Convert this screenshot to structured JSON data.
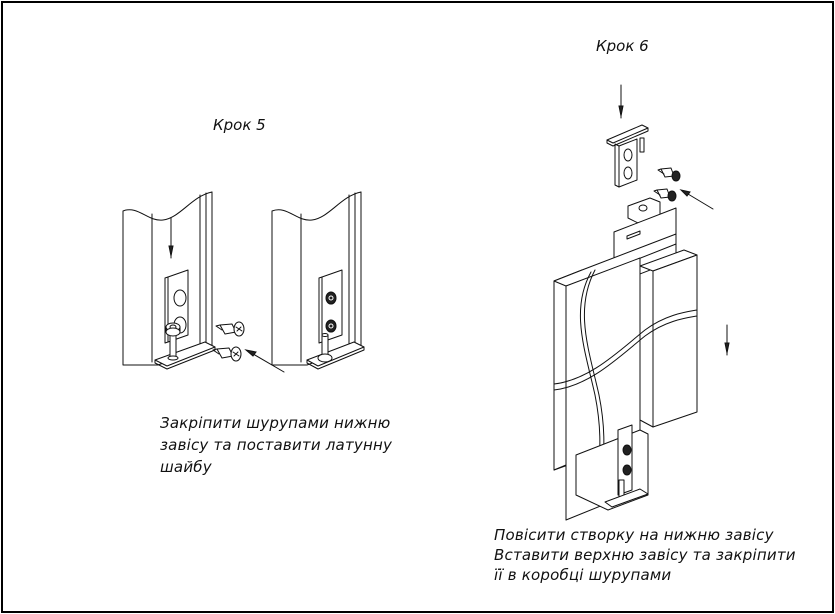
{
  "drawing": {
    "title": "Door hinge installation steps",
    "steps": [
      {
        "id": 5,
        "label": "Крок 5",
        "caption_lines": [
          "Закріпити шурупами нижню",
          "завісу та поставити латунну",
          "шайбу"
        ]
      },
      {
        "id": 6,
        "label": "Крок 6",
        "caption_lines": [
          "Повісити створку на нижню завісу",
          "Вставити верхню завісу та закріпити",
          "її в коробці шурупами"
        ]
      }
    ],
    "colors": {
      "line": "#111111",
      "background": "#ffffff",
      "frame": "#000000"
    }
  }
}
